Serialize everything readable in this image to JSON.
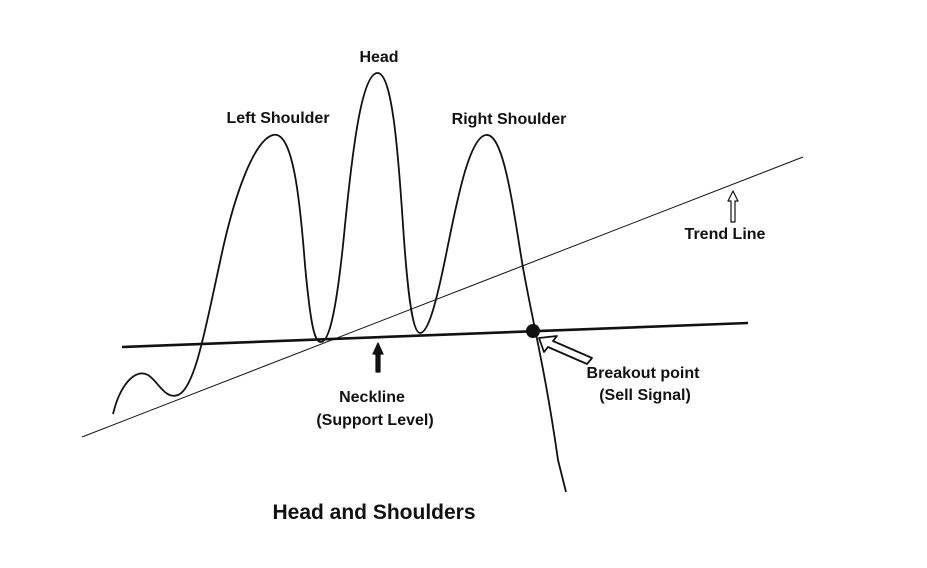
{
  "diagram": {
    "title": "Head and Shoulders",
    "labels": {
      "head": "Head",
      "left_shoulder": "Left Shoulder",
      "right_shoulder": "Right Shoulder",
      "trend_line": "Trend Line",
      "neckline_line1": "Neckline",
      "neckline_line2": "(Support Level)",
      "breakout_line1": "Breakout point",
      "breakout_line2": "(Sell Signal)"
    },
    "colors": {
      "ink": "#111111",
      "background": "#ffffff"
    }
  }
}
